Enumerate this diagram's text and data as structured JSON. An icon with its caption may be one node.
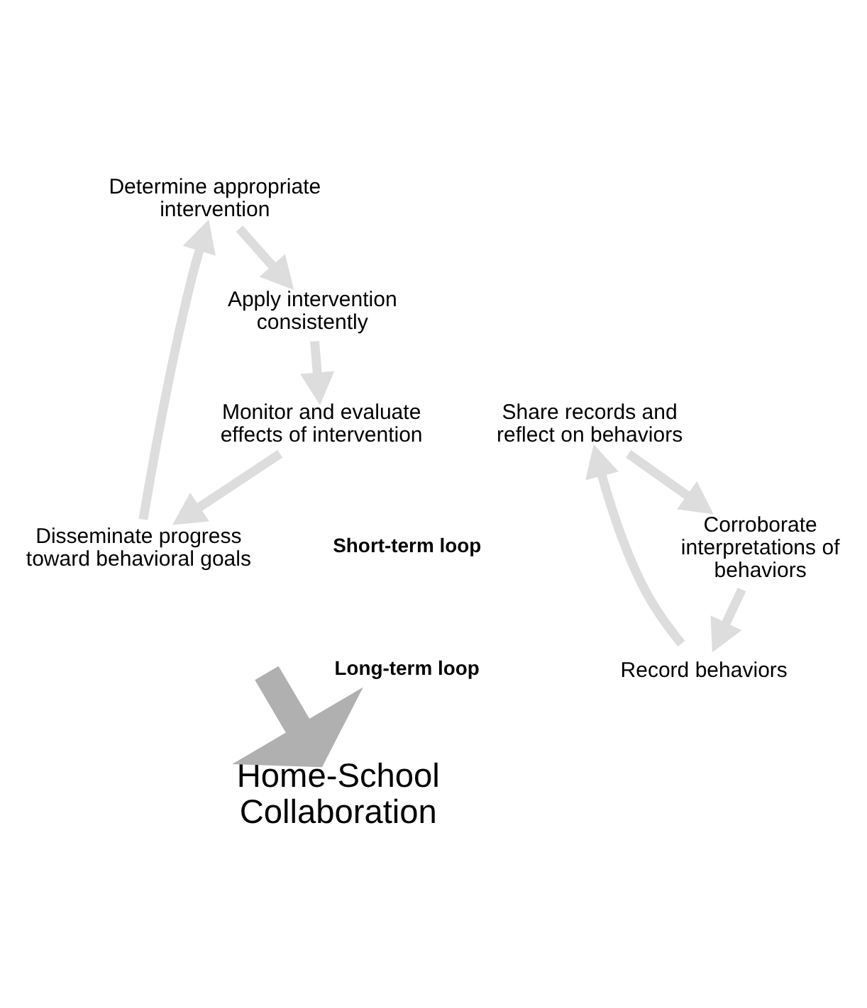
{
  "diagram": {
    "nodes": [
      {
        "text": [
          "Determine appropriate intervention"
        ]
      },
      {
        "text": [
          "Apply intervention consistently"
        ]
      },
      {
        "text": [
          "Monitor and evaluate effects of intervention"
        ]
      },
      {
        "text": [
          "Disseminate progress toward behavioral goals"
        ]
      },
      {
        "text": [
          "Record behaviors"
        ]
      },
      {
        "text": [
          "Share records and reflect on behaviors"
        ]
      },
      {
        "text": [
          "Corroborate interpretations of behaviors"
        ]
      },
      {
        "text": [
          "Home-School Collaboration"
        ]
      }
    ],
    "edges": [
      {
        "from": 0,
        "to": 1,
        "arrow": "to"
      },
      {
        "from": 1,
        "to": 2,
        "arrow": "to"
      },
      {
        "from": 2,
        "to": 3,
        "arrow": "to"
      },
      {
        "from": 3,
        "to": 0,
        "arrow": "to"
      },
      {
        "from": 4,
        "to": 5,
        "arrow": "to"
      },
      {
        "from": 5,
        "to": 6,
        "arrow": "to"
      },
      {
        "from": 6,
        "to": 4,
        "arrow": "to"
      },
      {
        "from": null,
        "to": 7,
        "arrow": "to",
        "style": "thick",
        "color": "#b0b0b0"
      }
    ],
    "labels": [
      "Short-term loop",
      "Long-term loop"
    ]
  }
}
